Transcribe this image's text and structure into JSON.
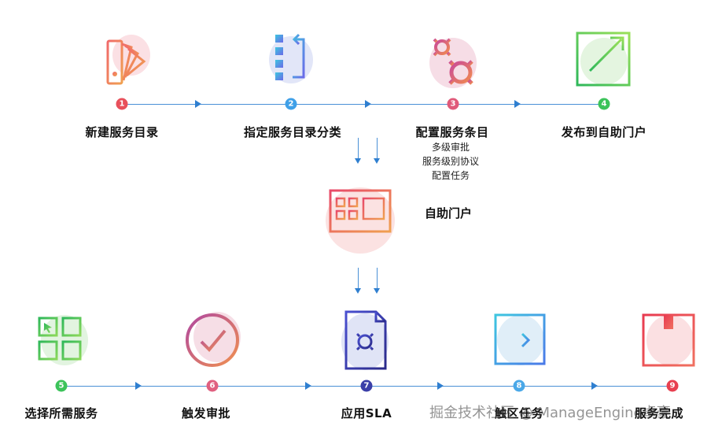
{
  "top_steps": [
    {
      "num": "1",
      "label": "新建服务目录",
      "color": "#e8505b"
    },
    {
      "num": "2",
      "label": "指定服务目录分类",
      "color": "#3fa0e8"
    },
    {
      "num": "3",
      "label": "配置服务条目",
      "color": "#e05a7a"
    },
    {
      "num": "4",
      "label": "发布到自助门户",
      "color": "#3cc35a"
    }
  ],
  "step3_details": [
    "多级审批",
    "服务级别协议",
    "配置任务"
  ],
  "center_node": {
    "label": "自助门户"
  },
  "bottom_steps": [
    {
      "num": "5",
      "label": "选择所需服务",
      "color": "#3cc35a"
    },
    {
      "num": "6",
      "label": "触发审批",
      "color": "#e06080"
    },
    {
      "num": "7",
      "label": "应用SLA",
      "color": "#3b3fa8"
    },
    {
      "num": "8",
      "label": "触区任务",
      "color": "#4aa8e8"
    },
    {
      "num": "9",
      "label": "服务完成",
      "color": "#e84050"
    }
  ],
  "watermark": "掘金技术社区 @ ManageEngine卓豪",
  "colors": {
    "connector": "#4a90d6",
    "arrow": "#2f7fd0"
  }
}
